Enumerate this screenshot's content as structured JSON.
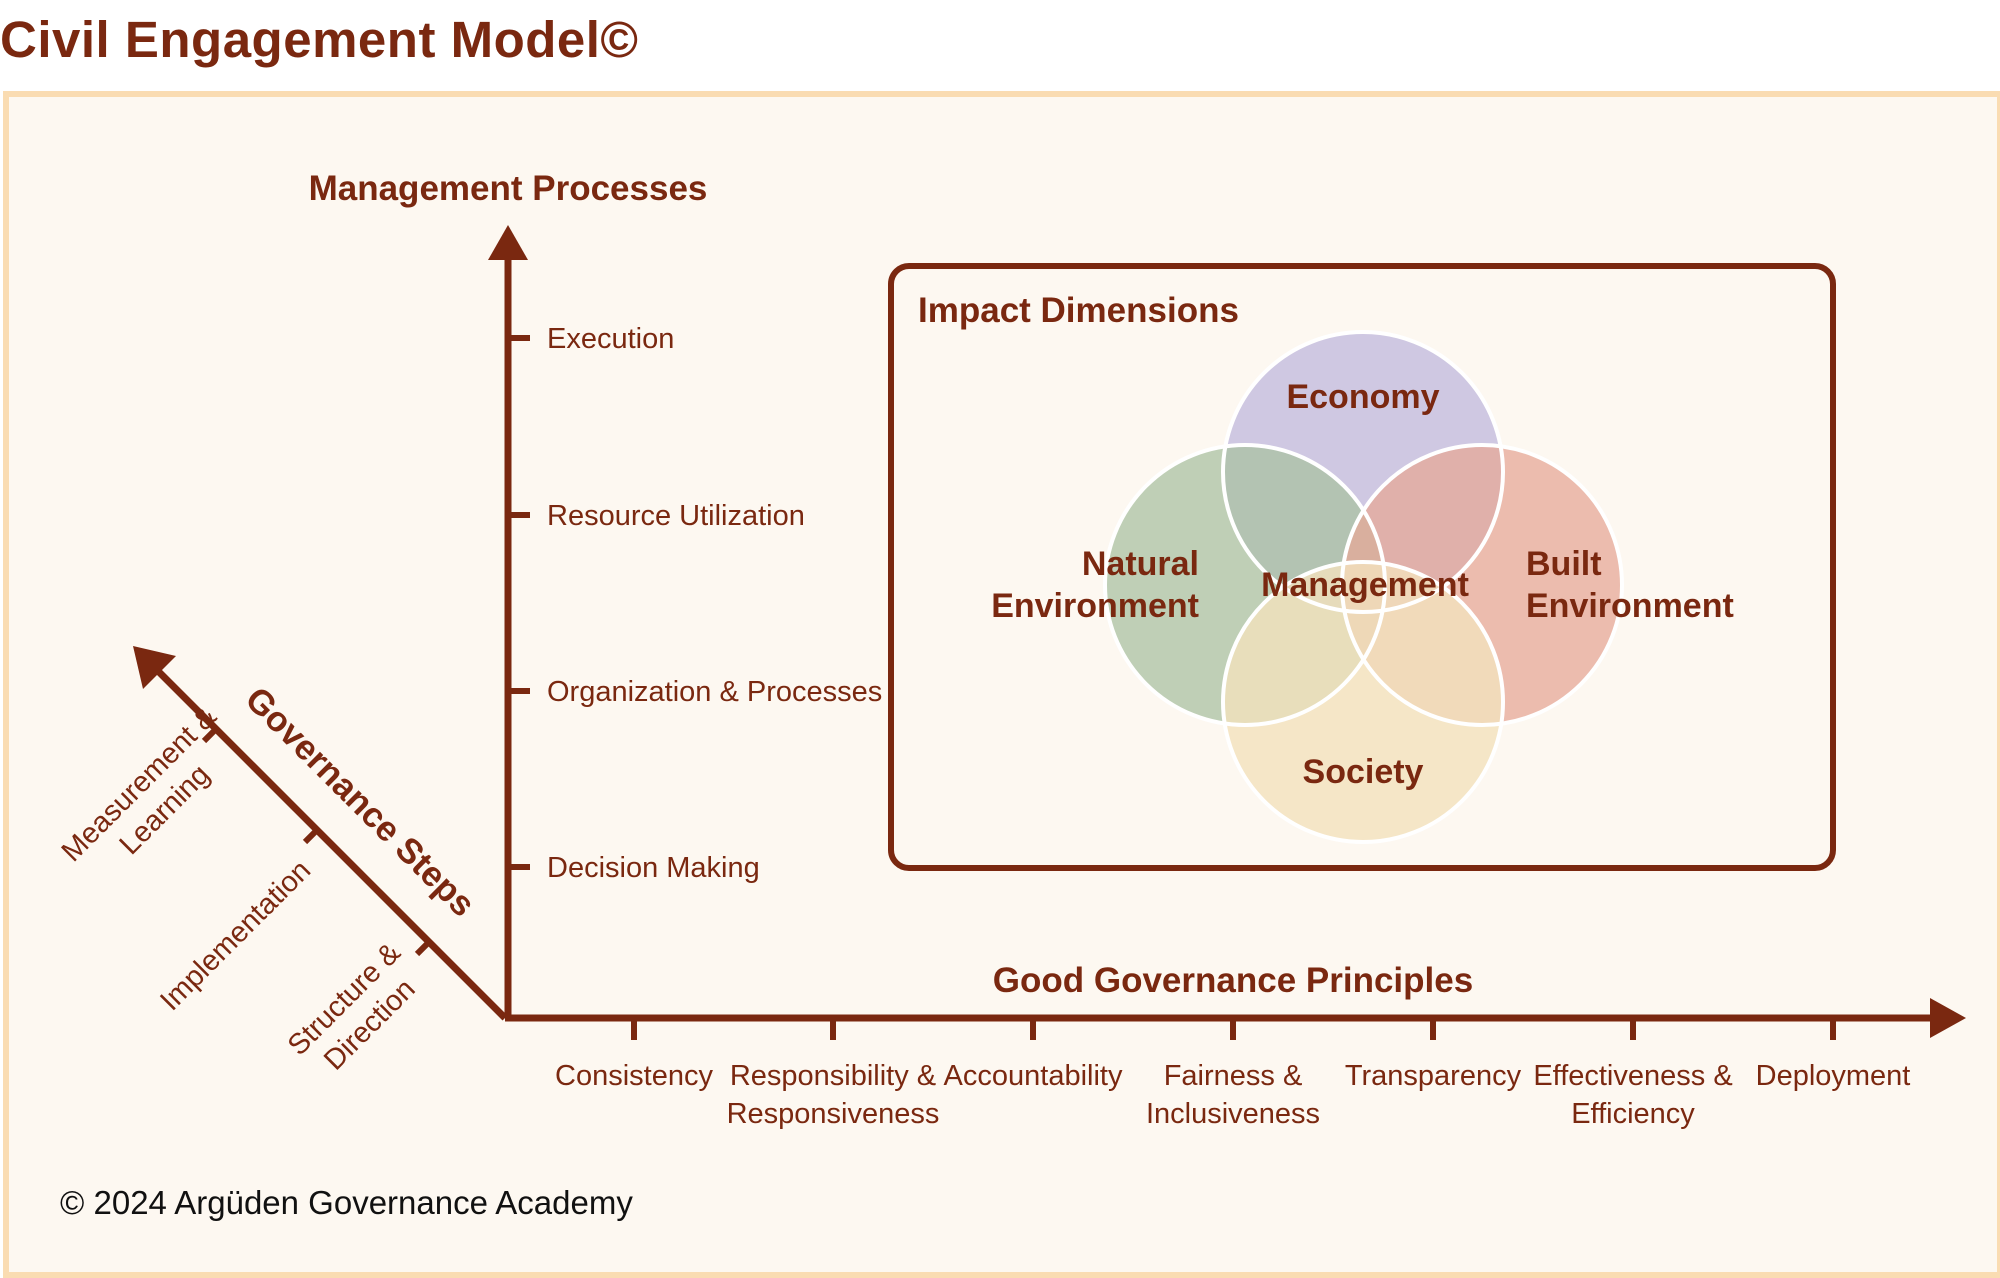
{
  "title": "Civil Engagement Model©",
  "copyright": "© 2024 Argüden Governance Academy",
  "axes": {
    "vertical": {
      "title": "Management Processes",
      "ticks": [
        "Execution",
        "Resource Utilization",
        "Organization & Processes",
        "Decision Making"
      ]
    },
    "horizontal": {
      "title": "Good Governance Principles",
      "ticks": [
        [
          "Consistency"
        ],
        [
          "Responsibility &",
          "Responsiveness"
        ],
        [
          "Accountability"
        ],
        [
          "Fairness &",
          "Inclusiveness"
        ],
        [
          "Transparency"
        ],
        [
          "Effectiveness &",
          "Efficiency"
        ],
        [
          "Deployment"
        ]
      ]
    },
    "diagonal": {
      "title": "Governance Steps",
      "ticks": [
        [
          "Measurement &",
          "Learning"
        ],
        [
          "Implementation"
        ],
        [
          "Structure &",
          "Direction"
        ]
      ]
    }
  },
  "impact": {
    "title": "Impact Dimensions",
    "economy": "Economy",
    "natural": [
      "Natural",
      "Environment"
    ],
    "built": [
      "Built",
      "Environment"
    ],
    "society": "Society",
    "center": "Management"
  },
  "colors": {
    "accent": "#7a2810",
    "panel_bg": "#fdf8f1",
    "panel_border": "#fadcb2",
    "economy": "#bfb8dc",
    "natural": "#a9c1a2",
    "built": "#e6a897",
    "society": "#f3e1bd"
  }
}
